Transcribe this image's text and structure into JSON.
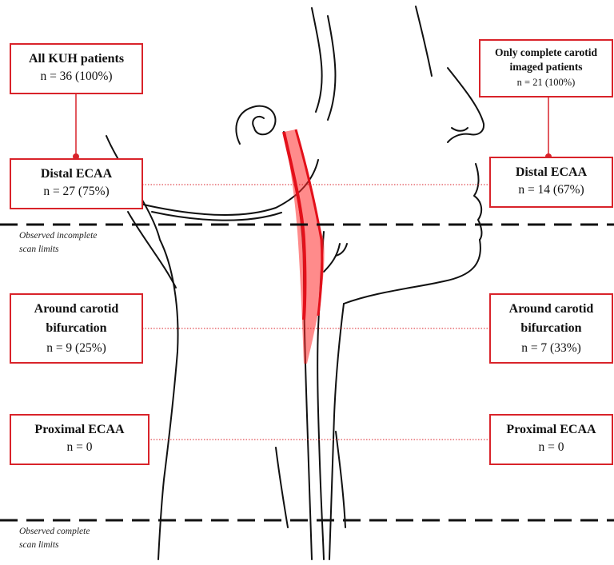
{
  "left_column": {
    "header": {
      "title": "All KUH patients",
      "count": "n = 36 (100%)"
    },
    "distal": {
      "title": "Distal ECAA",
      "count": "n = 27 (75%)"
    },
    "bifurcation": {
      "title_line1": "Around carotid",
      "title_line2": "bifurcation",
      "count": "n = 9 (25%)"
    },
    "proximal": {
      "title": "Proximal ECAA",
      "count": "n = 0"
    }
  },
  "right_column": {
    "header": {
      "title_line1": "Only complete carotid",
      "title_line2": "imaged patients",
      "count": "n = 21 (100%)"
    },
    "distal": {
      "title": "Distal ECAA",
      "count": "n = 14 (67%)"
    },
    "bifurcation": {
      "title_line1": "Around carotid",
      "title_line2": "bifurcation",
      "count": "n = 7 (33%)"
    },
    "proximal": {
      "title": "Proximal ECAA",
      "count": "n = 0"
    }
  },
  "scan_limits": {
    "incomplete_line1": "Observed incomplete",
    "incomplete_line2": "scan limits",
    "complete_line1": "Observed complete",
    "complete_line2": "scan limits"
  },
  "colors": {
    "accent": "#d9232a",
    "artery": "#ff2b2b",
    "line": "#111111"
  }
}
